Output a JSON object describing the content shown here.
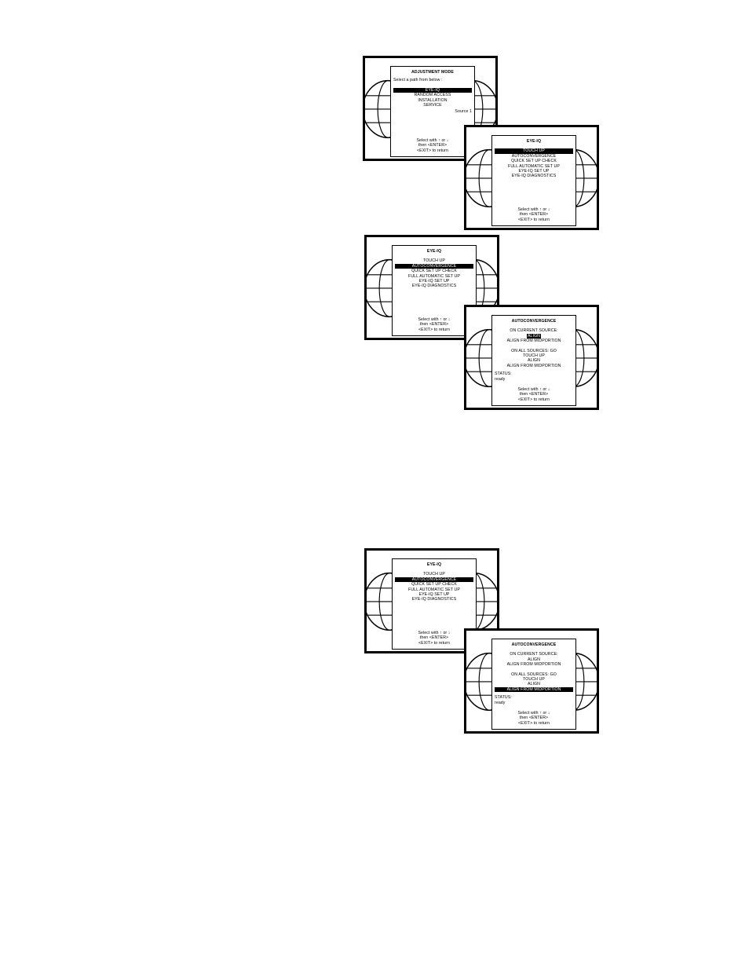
{
  "screen1": {
    "title": "ADJUSTMENT MODE",
    "prompt": "Select a path from below :",
    "items": [
      "EYE-IQ",
      "RANDOM ACCESS",
      "INSTALLATION",
      "SERVICE"
    ],
    "selected": 0,
    "source": "Source 1",
    "hint": [
      "Select with ↑ or ↓",
      "then <ENTER>",
      "<EXIT> to return"
    ]
  },
  "screen2": {
    "title": "EYE-IQ",
    "items": [
      "TOUCH UP",
      "AUTOCONVERGENCE",
      "QUICK SET UP CHECK",
      "FULL AUTOMATIC SET UP",
      "EYE-IQ SET UP",
      "EYE-IQ DIAGNOSTICS"
    ],
    "selected": 0,
    "hint": [
      "Select with ↑ or ↓",
      "then <ENTER>",
      "<EXIT> to return"
    ]
  },
  "screen3": {
    "title": "EYE-IQ",
    "items": [
      "TOUCH UP",
      "AUTOCONVERGENCE",
      "QUICK SET UP CHECK",
      "FULL AUTOMATIC SET UP",
      "EYE-IQ SET UP",
      "EYE-IQ DIAGNOSTICS"
    ],
    "selected": 1,
    "hint": [
      "Select with ↑ or ↓",
      "then <ENTER>",
      "<EXIT> to return"
    ]
  },
  "screen4": {
    "title": "AUTOCONVERGENCE",
    "current_label": "ON CURRENT SOURCE:",
    "current_items": [
      "ALIGN",
      "ALIGN FROM MIDPORTION"
    ],
    "all_label": "ON ALL SOURCES: GO",
    "all_items": [
      "TOUCH UP",
      "ALIGN",
      "ALIGN FROM MIDPORTION"
    ],
    "selected": "current-0",
    "status_label": "STATUS:",
    "status_value": "ready",
    "hint": [
      "Select with ↑ or ↓",
      "then <ENTER>",
      "<EXIT> to return"
    ]
  },
  "screen5": {
    "title": "EYE-IQ",
    "items": [
      "TOUCH UP",
      "AUTOCONVERGENCE",
      "QUICK SET UP CHECK",
      "FULL AUTOMATIC SET UP",
      "EYE-IQ SET UP",
      "EYE-IQ DIAGNOSTICS"
    ],
    "selected": 1,
    "hint": [
      "Select with ↑ or ↓",
      "then <ENTER>",
      "<EXIT> to return"
    ]
  },
  "screen6": {
    "title": "AUTOCONVERGENCE",
    "current_label": "ON CURRENT SOURCE:",
    "current_items": [
      "ALIGN",
      "ALIGN FROM MIDPORTION"
    ],
    "all_label": "ON ALL SOURCES: GO",
    "all_items": [
      "TOUCH UP",
      "ALIGN",
      "ALIGN FROM MIDPORTION"
    ],
    "selected": "all-2",
    "status_label": "STATUS:",
    "status_value": "ready",
    "hint": [
      "Select with ↑ or ↓",
      "then <ENTER>",
      "<EXIT> to return"
    ]
  }
}
